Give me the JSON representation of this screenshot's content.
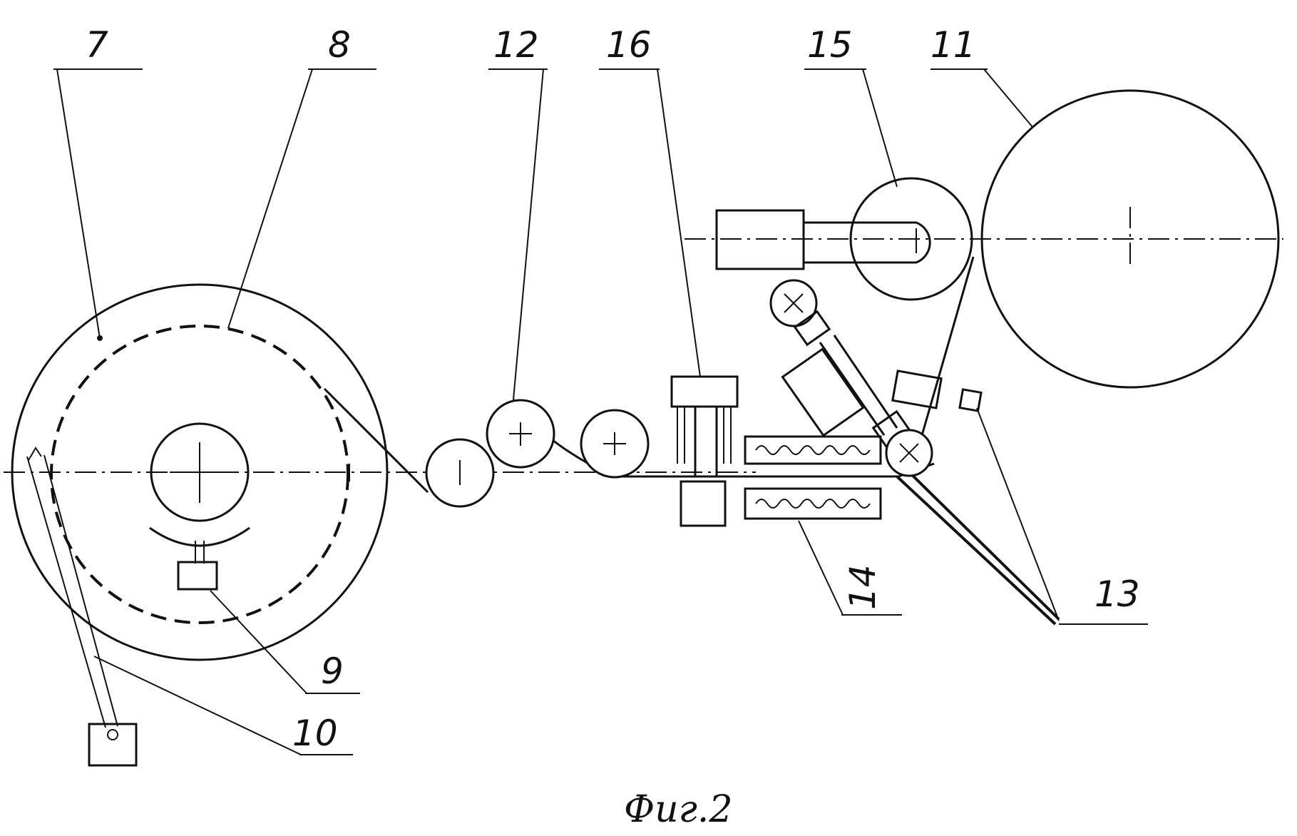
{
  "labels": {
    "n7": "7",
    "n8": "8",
    "n12": "12",
    "n16": "16",
    "n15": "15",
    "n11": "11",
    "n13": "13",
    "n14": "14",
    "n9": "9",
    "n10": "10"
  },
  "caption": "Фиг.2"
}
